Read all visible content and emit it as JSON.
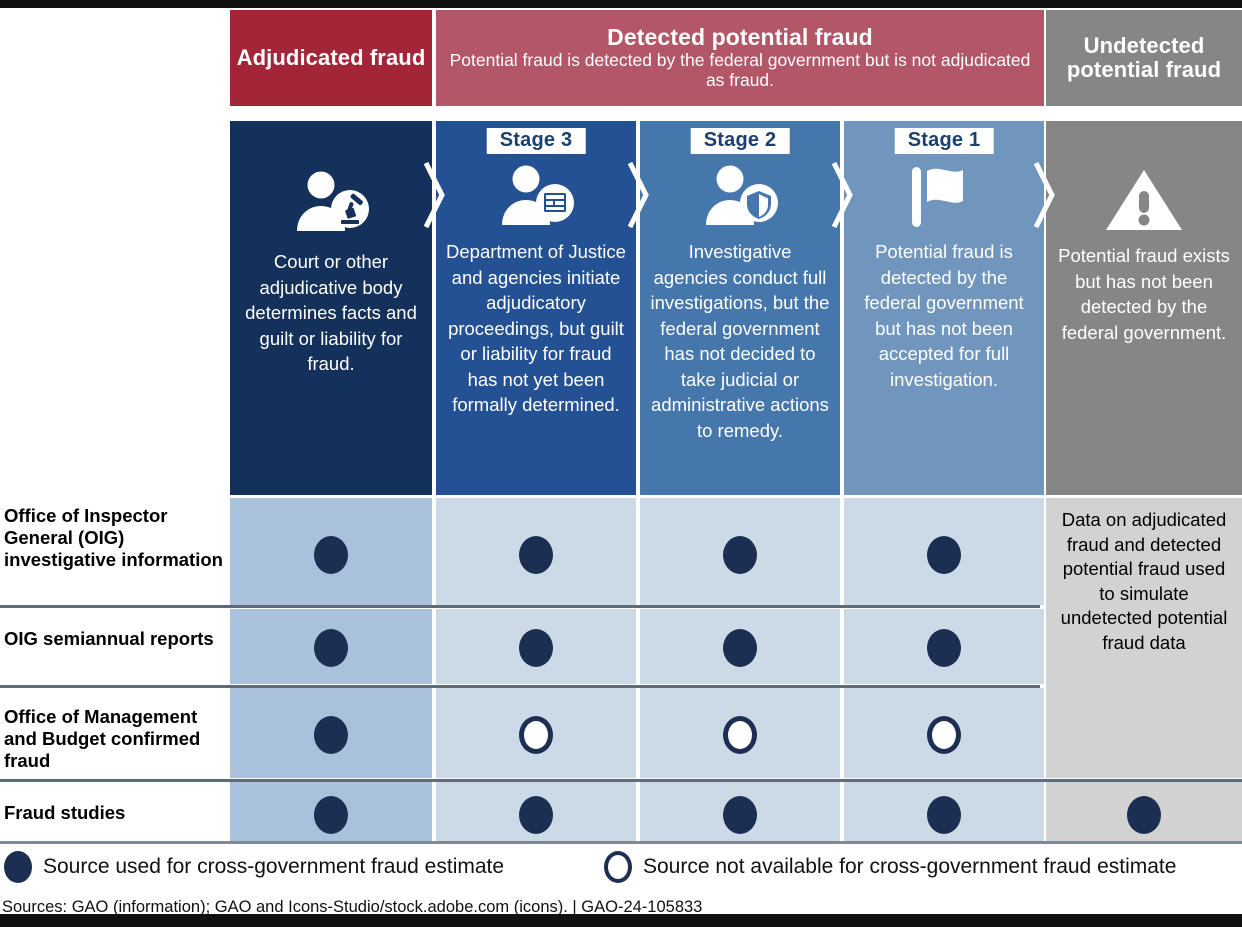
{
  "header": {
    "groups": [
      {
        "key": "adjudicated",
        "title": "Adjudicated fraud",
        "subtitle": "",
        "color": "#a32638"
      },
      {
        "key": "detected",
        "title": "Detected potential fraud",
        "subtitle": "Potential fraud is detected by the federal government but is not adjudicated as fraud.",
        "color": "#b35668"
      },
      {
        "key": "undetected",
        "title": "Undetected potential fraud",
        "subtitle": "",
        "color": "#868686"
      }
    ]
  },
  "columns": [
    {
      "key": "adjudicated",
      "stage_label": "",
      "icon": "person-gavel-icon",
      "description": "Court or other adjudicative body determines facts and guilt or liability for fraud.",
      "color": "#14315c"
    },
    {
      "key": "stage3",
      "stage_label": "Stage 3",
      "icon": "person-document-icon",
      "description": "Department of Justice and agencies initiate adjudicatory proceedings, but guilt or liability for fraud has not yet been formally determined.",
      "color": "#235194"
    },
    {
      "key": "stage2",
      "stage_label": "Stage 2",
      "icon": "person-shield-icon",
      "description": "Investigative agencies conduct full investigations, but the federal government has not decided to take judicial or administrative actions to remedy.",
      "color": "#4577ac"
    },
    {
      "key": "stage1",
      "stage_label": "Stage 1",
      "icon": "flag-icon",
      "description": "Potential fraud is detected by the federal government but has not been accepted for full investigation.",
      "color": "#7096be"
    },
    {
      "key": "undetected",
      "stage_label": "",
      "icon": "warning-triangle-icon",
      "description": "Potential fraud exists but has not been detected by the federal government.",
      "color": "#868686"
    }
  ],
  "rows": [
    {
      "label": "Office of Inspector General (OIG) investigative information",
      "values": [
        "filled",
        "filled",
        "filled",
        "filled",
        "none"
      ]
    },
    {
      "label": "OIG semiannual reports",
      "values": [
        "filled",
        "filled",
        "filled",
        "filled",
        "none"
      ]
    },
    {
      "label": "Office of Management and Budget confirmed fraud",
      "values": [
        "filled",
        "open",
        "open",
        "open",
        "none"
      ]
    },
    {
      "label": "Fraud studies",
      "values": [
        "filled",
        "filled",
        "filled",
        "filled",
        "filled"
      ]
    }
  ],
  "undetected_note": "Data on adjudicated fraud and detected potential fraud used to simulate undetected potential fraud data",
  "legend": [
    {
      "marker": "filled",
      "text": "Source used for cross-government fraud estimate"
    },
    {
      "marker": "open",
      "text": "Source not available for cross-government fraud estimate"
    }
  ],
  "sources": "Sources: GAO (information); GAO and Icons-Studio/stock.adobe.com (icons).  |  GAO-24-105833",
  "colors": {
    "dark_red": "#a32638",
    "light_red": "#b35668",
    "gray": "#868686",
    "navy": "#14315c",
    "blue_stage3": "#235194",
    "blue_stage2": "#4577ac",
    "blue_stage1": "#7096be",
    "dot_navy": "#1c2f52",
    "band_dark": "#a9c1da",
    "band_light": "#ccdae8",
    "band_gray": "#d2d2d2"
  }
}
